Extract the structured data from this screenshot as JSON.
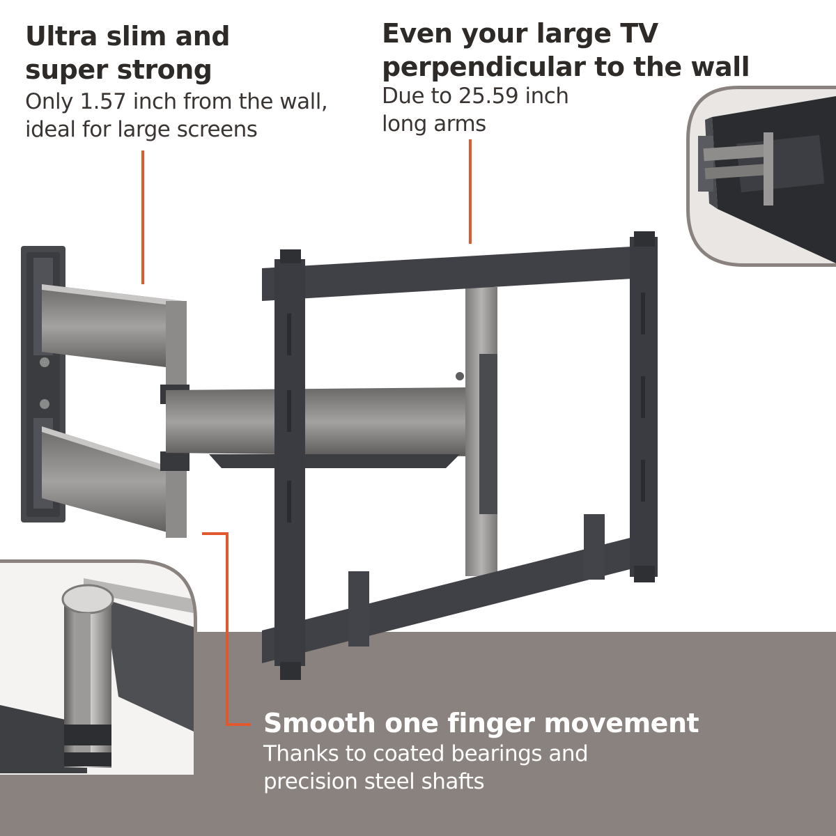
{
  "callouts": {
    "slim": {
      "title_line1": "Ultra slim and",
      "title_line2": "super strong",
      "desc_line1": "Only 1.57 inch from the wall,",
      "desc_line2": "ideal for large screens"
    },
    "perpendicular": {
      "title_line1": "Even your large TV",
      "title_line2": "perpendicular to the wall",
      "desc_line1": "Due to 25.59 inch",
      "desc_line2": "long arms"
    },
    "movement": {
      "title": "Smooth one finger movement",
      "desc_line1": "Thanks to coated bearings and",
      "desc_line2": "precision steel shafts"
    }
  },
  "colors": {
    "accent": "#e0582e",
    "band": "#8a827e",
    "text_dark": "#2e2a27",
    "text_light": "#ffffff",
    "mount_dark": "#3f4045",
    "mount_silver": "#8e8c8a"
  }
}
